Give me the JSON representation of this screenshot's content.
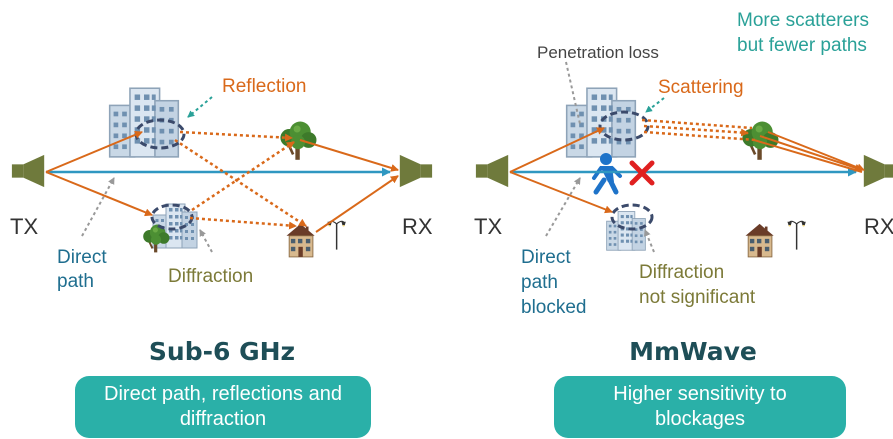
{
  "colors": {
    "direct": "#2f97c1",
    "reflected": "#d9691a",
    "label_orange": "#d9691a",
    "diffraction": "#7c7a38",
    "teal": "#2aa198",
    "box": "#2ab0a8",
    "title": "#1e4e57",
    "antenna": "#6f7a3c",
    "text_blue": "#1f6e8f",
    "blocked_x": "#e02020"
  },
  "left": {
    "tx_label": "TX",
    "rx_label": "RX",
    "reflection_label": "Reflection",
    "direct_path_label": [
      "Direct",
      "path"
    ],
    "diffraction_label": "Diffraction",
    "title": "Sub-6 GHz",
    "summary": [
      "Direct path, reflections and",
      "diffraction"
    ]
  },
  "right": {
    "tx_label": "TX",
    "rx_label": "RX",
    "penetration_label": "Penetration loss",
    "scattering_label": "Scattering",
    "more_scatterers": [
      "More scatterers",
      "but fewer paths"
    ],
    "direct_blocked_label": [
      "Direct",
      "path",
      "blocked"
    ],
    "diffraction_label": [
      "Diffraction",
      "not significant"
    ],
    "title": "MmWave",
    "summary": [
      "Higher sensitivity to",
      "blockages"
    ]
  },
  "icons": [
    "speaker-antenna-icon",
    "office-building-icon",
    "tree-icon",
    "house-icon",
    "street-lamp-icon",
    "pedestrian-icon",
    "blocked-x-icon"
  ]
}
